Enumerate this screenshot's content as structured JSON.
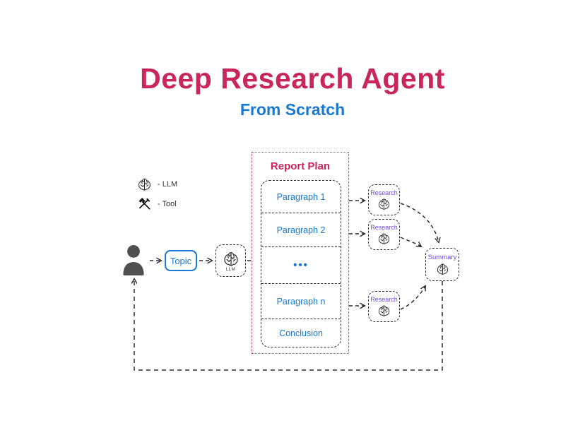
{
  "title": "Deep Research Agent",
  "subtitle": "From Scratch",
  "legend": {
    "items": [
      {
        "icon": "brain-icon",
        "label": "- LLM"
      },
      {
        "icon": "tool-icon",
        "label": "- Tool"
      }
    ]
  },
  "flow": {
    "topic_label": "Topic",
    "llm_label": "LLM",
    "report_plan": {
      "title": "Report Plan",
      "rows": [
        "Paragraph 1",
        "Paragraph 2",
        "•••",
        "Paragraph n",
        "Conclusion"
      ]
    },
    "research_nodes": [
      {
        "label": "Research"
      },
      {
        "label": "Research"
      },
      {
        "label": "Research"
      }
    ],
    "summary_label": "Summary"
  },
  "colors": {
    "title": "#C9265E",
    "accent_blue": "#1878D2",
    "accent_purple": "#6B4AEE",
    "plan_border": "#D6336C",
    "line": "#2d2d2d"
  }
}
